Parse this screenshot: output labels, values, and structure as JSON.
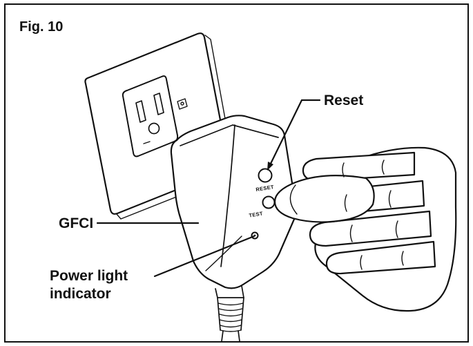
{
  "figure_label": "Fig. 10",
  "callouts": {
    "reset": {
      "label": "Reset"
    },
    "gfci": {
      "label": "GFCI"
    },
    "power_light": {
      "line1": "Power light",
      "line2": "indicator"
    }
  },
  "device_markings": {
    "reset_button": "RESET",
    "test_button": "TEST"
  },
  "colors": {
    "line": "#111111",
    "background": "#ffffff"
  }
}
